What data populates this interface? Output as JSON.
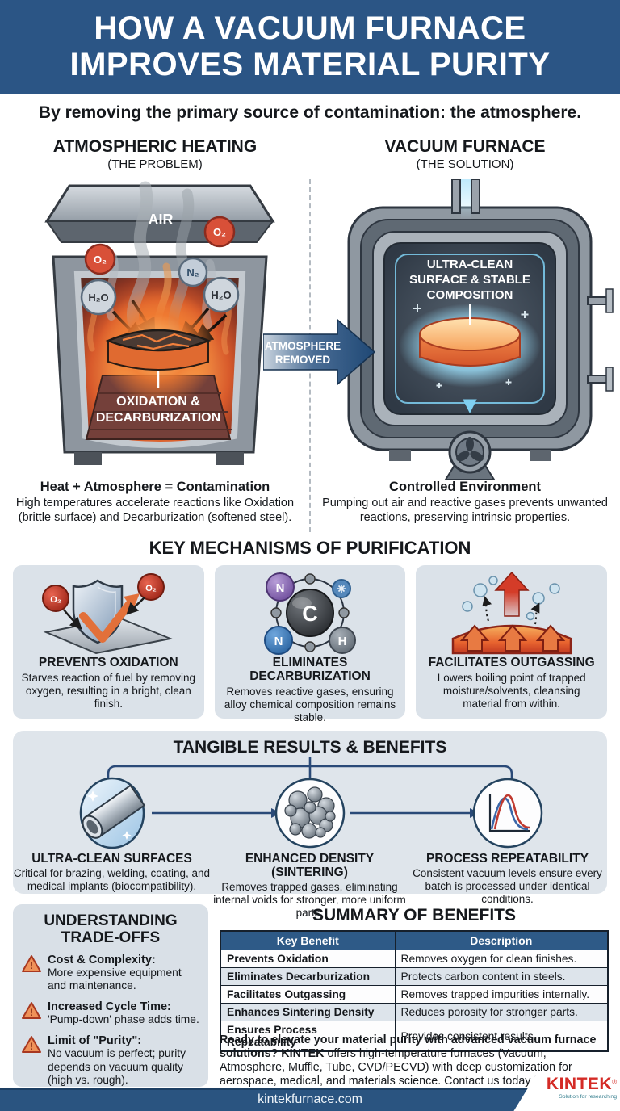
{
  "header": {
    "title_line1": "HOW A VACUUM FURNACE",
    "title_line2": "IMPROVES MATERIAL PURITY"
  },
  "subtitle": "By removing the primary source of contamination: the atmosphere.",
  "comparison": {
    "left": {
      "title": "ATMOSPHERIC HEATING",
      "subtitle": "(THE PROBLEM)",
      "air_label": "AIR",
      "molecules": [
        "O₂",
        "O₂",
        "N₂",
        "H₂O",
        "H₂O"
      ],
      "diagram_label_line1": "OXIDATION &",
      "diagram_label_line2": "DECARBURIZATION",
      "caption_title": "Heat + Atmosphere = Contamination",
      "caption_body": "High temperatures accelerate reactions like Oxidation (brittle surface) and Decarburization (softened steel)."
    },
    "arrow": {
      "line1": "ATMOSPHERE",
      "line2": "REMOVED"
    },
    "right": {
      "title": "VACUUM FURNACE",
      "subtitle": "(THE SOLUTION)",
      "diagram_label_line1": "ULTRA-CLEAN",
      "diagram_label_line2": "SURFACE & STABLE",
      "diagram_label_line3": "COMPOSITION",
      "caption_title": "Controlled Environment",
      "caption_body": "Pumping out air and reactive gases prevents unwanted reactions, preserving intrinsic properties."
    }
  },
  "mechanisms": {
    "title": "KEY MECHANISMS OF PURIFICATION",
    "cards": [
      {
        "title": "PREVENTS OXIDATION",
        "body": "Starves reaction of fuel by removing oxygen, resulting in a bright, clean finish.",
        "icon": "shield-oxidation-icon",
        "molecule1": "O₂",
        "molecule2": "O₂"
      },
      {
        "title": "ELIMINATES DECARBURIZATION",
        "body": "Removes reactive gases, ensuring alloy chemical composition remains stable.",
        "icon": "carbon-atom-icon",
        "atoms": [
          "N",
          "C",
          "N",
          "H"
        ]
      },
      {
        "title": "FACILITATES OUTGASSING",
        "body": "Lowers boiling point of trapped moisture/solvents, cleansing material from within.",
        "icon": "outgassing-icon"
      }
    ]
  },
  "results": {
    "title": "TANGIBLE RESULTS & BENEFITS",
    "items": [
      {
        "title": "ULTRA-CLEAN SURFACES",
        "body": "Critical for brazing, welding, coating, and medical implants (biocompatibility).",
        "icon": "clean-metal-tube-icon"
      },
      {
        "title": "ENHANCED DENSITY (SINTERING)",
        "body": "Removes trapped gases, eliminating internal voids for stronger, more uniform parts.",
        "icon": "sintered-spheres-icon"
      },
      {
        "title": "PROCESS REPEATABILITY",
        "body": "Consistent vacuum levels ensure every batch is processed under identical conditions.",
        "icon": "bell-curves-icon"
      }
    ]
  },
  "tradeoffs": {
    "title_line1": "UNDERSTANDING",
    "title_line2": "TRADE-OFFS",
    "items": [
      {
        "title": "Cost & Complexity:",
        "body": "More expensive equipment and maintenance."
      },
      {
        "title": "Increased Cycle Time:",
        "body": "'Pump-down' phase adds time."
      },
      {
        "title": "Limit of \"Purity\":",
        "body": "No vacuum is perfect; purity depends on vacuum quality (high vs. rough)."
      }
    ]
  },
  "summary": {
    "title": "SUMMARY OF BENEFITS",
    "table": {
      "headers": [
        "Key Benefit",
        "Description"
      ],
      "rows": [
        [
          "Prevents Oxidation",
          "Removes oxygen for clean finishes."
        ],
        [
          "Eliminates Decarburization",
          "Protects carbon content in steels."
        ],
        [
          "Facilitates Outgassing",
          "Removes trapped impurities internally."
        ],
        [
          "Enhances Sintering Density",
          "Reduces porosity for stronger parts."
        ],
        [
          "Ensures Process Repeatability",
          "Provides consistent results."
        ]
      ]
    },
    "cta_bold": "Ready to elevate your material purity with advanced vacuum furnace solutions?",
    "cta_brand": "KINTEK",
    "cta_rest": " offers high-temperature furnaces (Vacuum, Atmosphere, Muffle, Tube, CVD/PECVD) with deep customization for aerospace, medical, and materials science. Contact us today for superior performance and reliability."
  },
  "footer": {
    "url": "kintekfurnace.com",
    "logo": "KINTEK",
    "logo_mark": "®",
    "logo_tagline": "Solution for researching"
  },
  "colors": {
    "header_bg": "#2b5585",
    "accent_navy": "#24507e",
    "card_bg": "#dbe2e9",
    "table_header_bg": "#2e5a87",
    "footer_bg": "#2a5480",
    "brand_red": "#d42b26",
    "warning_orange": "#ef9259",
    "glow_blue": "#7fd0f2",
    "fire_orange": "#f07a30"
  }
}
